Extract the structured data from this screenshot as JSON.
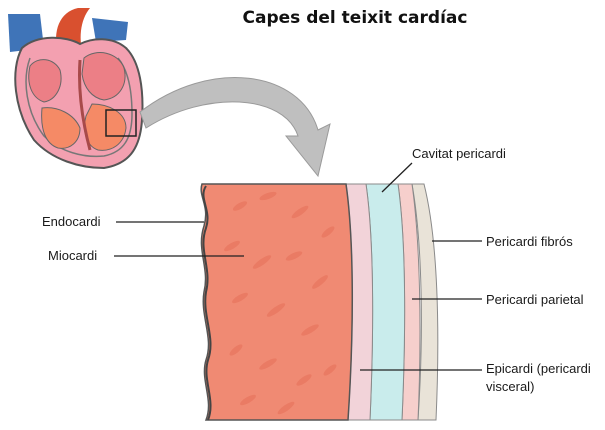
{
  "title": "Capes del teixit cardíac",
  "labels": {
    "endocardi": "Endocardi",
    "miocardi": "Miocardi",
    "cavitat": "Cavitat pericardi",
    "fibros": "Pericardi fibrós",
    "parietal": "Pericardi parietal",
    "epicardi_line1": "Epicardi (pericardi",
    "epicardi_line2": "visceral)"
  },
  "colors": {
    "myocardium": "#f08a73",
    "myocardium_dark": "#e06a52",
    "epicardium": "#f2d3d9",
    "cavity": "#c9ecec",
    "parietal": "#f6cfcc",
    "fibrous": "#e9e3d8",
    "arrow": "#bfbfbf"
  }
}
